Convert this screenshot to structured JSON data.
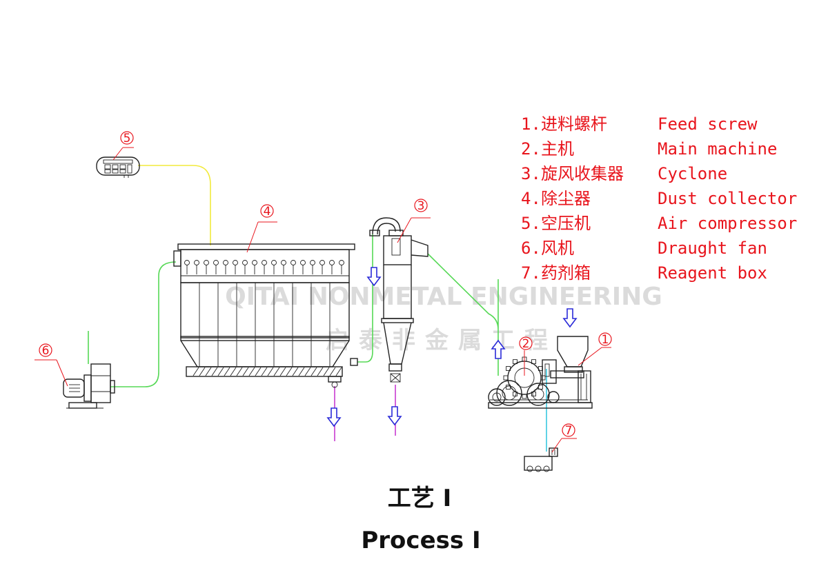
{
  "legend": {
    "items": [
      {
        "num": "1.",
        "cn": "进料螺杆",
        "en": "Feed screw"
      },
      {
        "num": "2.",
        "cn": "主机",
        "en": "Main machine"
      },
      {
        "num": "3.",
        "cn": "旋风收集器",
        "en": "Cyclone"
      },
      {
        "num": "4.",
        "cn": "除尘器",
        "en": "Dust collector"
      },
      {
        "num": "5.",
        "cn": "空压机",
        "en": "Air compressor"
      },
      {
        "num": "6.",
        "cn": "风机",
        "en": "Draught fan"
      },
      {
        "num": "7.",
        "cn": "药剂箱",
        "en": "Reagent box"
      }
    ]
  },
  "callouts": {
    "c1": "1",
    "c2": "2",
    "c3": "3",
    "c4": "4",
    "c5": "5",
    "c6": "6",
    "c7": "7"
  },
  "watermark": {
    "en": "QITAI NONMETAL ENGINEERING",
    "cn": "启泰非金属工程"
  },
  "title": {
    "cn": "工艺 I",
    "en": "Process I"
  },
  "colors": {
    "legend_text": "#e8141c",
    "pipe_air": "#f2ea3c",
    "pipe_gas": "#55d855",
    "pipe_product": "#c83ad0",
    "pipe_reagent": "#38c8e0",
    "flow_arrow": "#2a2ad8"
  }
}
